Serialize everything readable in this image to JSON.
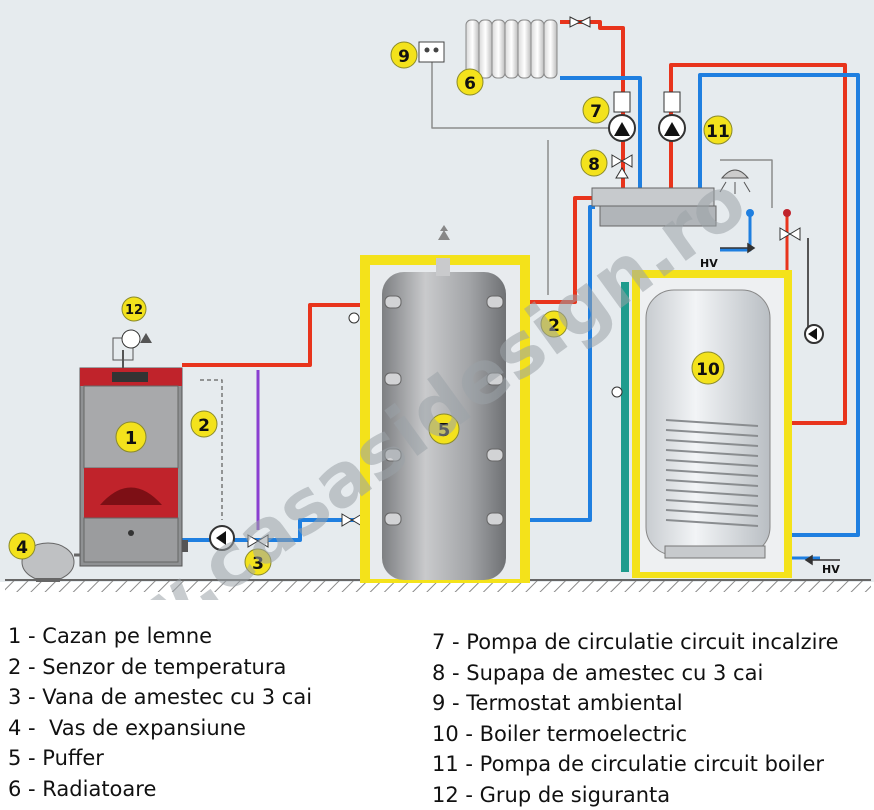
{
  "diagram": {
    "watermark": "www.casasidesign.ro",
    "markers": {
      "m1": "1",
      "m2a": "2",
      "m2b": "2",
      "m3": "3",
      "m4": "4",
      "m5": "5",
      "m6": "6",
      "m7": "7",
      "m8": "8",
      "m9": "9",
      "m10": "10",
      "m11": "11",
      "m12": "12"
    },
    "hv_top": "HV",
    "hv_bottom": "HV",
    "colors": {
      "hot": "#e8341c",
      "cold": "#1f7fe0",
      "marker_fill": "#f3e21c",
      "insulation": "#f4e21a",
      "boiler_red": "#c0232b",
      "tank_grey": "#a9aaac",
      "background": "#e6ebee"
    }
  },
  "legend_left": [
    "1 - Cazan pe lemne",
    "2 - Senzor de temperatura",
    "3 - Vana de amestec cu 3 cai",
    "4 -  Vas de expansiune",
    "5 - Puffer",
    "6 - Radiatoare"
  ],
  "legend_right": [
    "7 - Pompa de circulatie circuit incalzire",
    "8 - Supapa de amestec cu 3 cai",
    "9 - Termostat ambiental",
    "10 - Boiler termoelectric",
    "11 - Pompa de circulatie circuit boiler",
    "12 - Grup de siguranta"
  ]
}
